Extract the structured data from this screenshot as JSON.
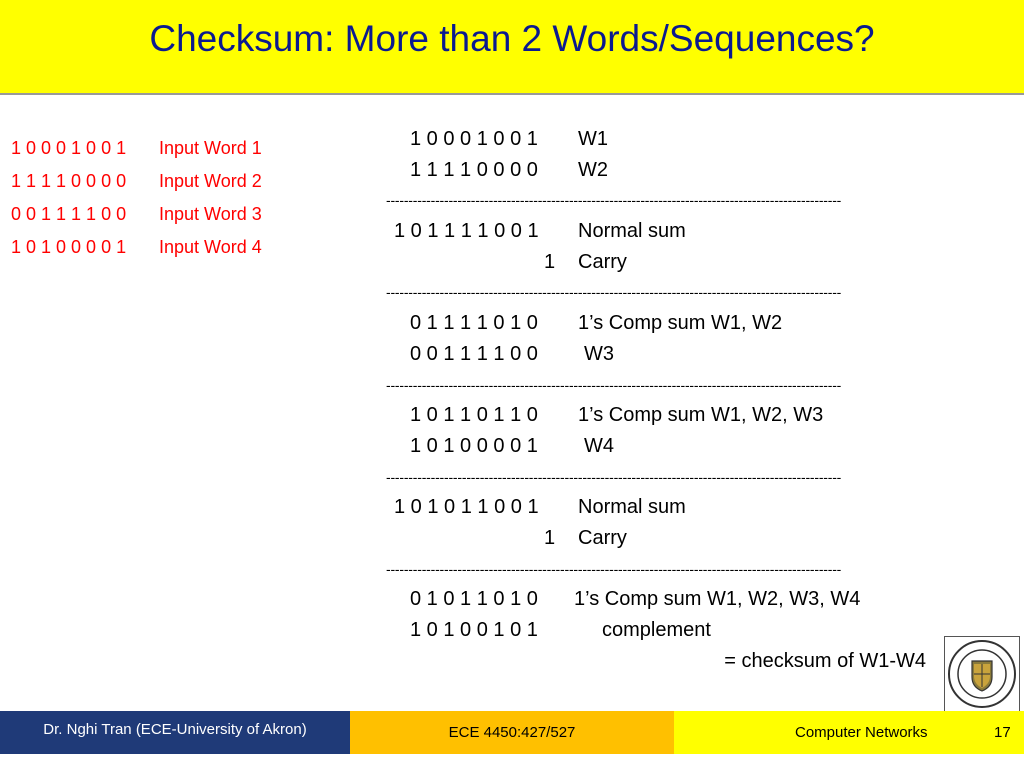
{
  "title": "Checksum: More than 2 Words/Sequences?",
  "inputs": [
    {
      "bits": "1 0 0 0 1 0 0 1",
      "label": "Input Word 1"
    },
    {
      "bits": "1 1 1 1 0 0 0 0",
      "label": "Input Word 2"
    },
    {
      "bits": "0 0 1 1 1 1 0 0",
      "label": "Input Word 3"
    },
    {
      "bits": "1 0 1 0 0 0 0 1",
      "label": "Input Word 4"
    }
  ],
  "calc": {
    "dashes": "------------------------------------------------------------------------------------------------------",
    "rows": [
      {
        "bits": "1 0 0 0 1 0 0 1",
        "label": "W1"
      },
      {
        "bits": "1 1 1 1 0 0 0 0",
        "label": "W2"
      },
      {
        "bits": "1 0 1 1 1 1 0 0 1",
        "label": "Normal sum"
      },
      {
        "bits": "1",
        "label": "Carry"
      },
      {
        "bits": "0 1 1 1 1 0 1 0",
        "label": "1’s Comp sum W1, W2"
      },
      {
        "bits": "0 0 1 1 1 1 0 0",
        "label": "W3"
      },
      {
        "bits": "1 0 1 1 0 1 1 0",
        "label": "1’s Comp sum W1, W2, W3"
      },
      {
        "bits": "1 0 1 0 0 0 0 1",
        "label": "W4"
      },
      {
        "bits": "1 0 1 0 1 1 0 0 1",
        "label": "Normal sum"
      },
      {
        "bits": "1",
        "label": "Carry"
      },
      {
        "bits": "0 1 0 1 1 0 1 0",
        "label": "1’s Comp sum W1, W2, W3, W4"
      },
      {
        "bits": "1 0 1 0 0 1 0 1",
        "label": "complement"
      },
      {
        "bits": "",
        "label": "= checksum of W1-W4"
      }
    ]
  },
  "footer": {
    "left": "Dr. Nghi Tran (ECE-University of Akron)",
    "middle": "ECE 4450:427/527",
    "course": "Computer Networks",
    "page": "17"
  },
  "colors": {
    "title_bg": "#ffff00",
    "title_text": "#0b1a8f",
    "input_text": "#ff0000",
    "footer_left_bg": "#1f3a78",
    "footer_mid_bg": "#ffc000",
    "footer_right_bg": "#ffff00"
  }
}
